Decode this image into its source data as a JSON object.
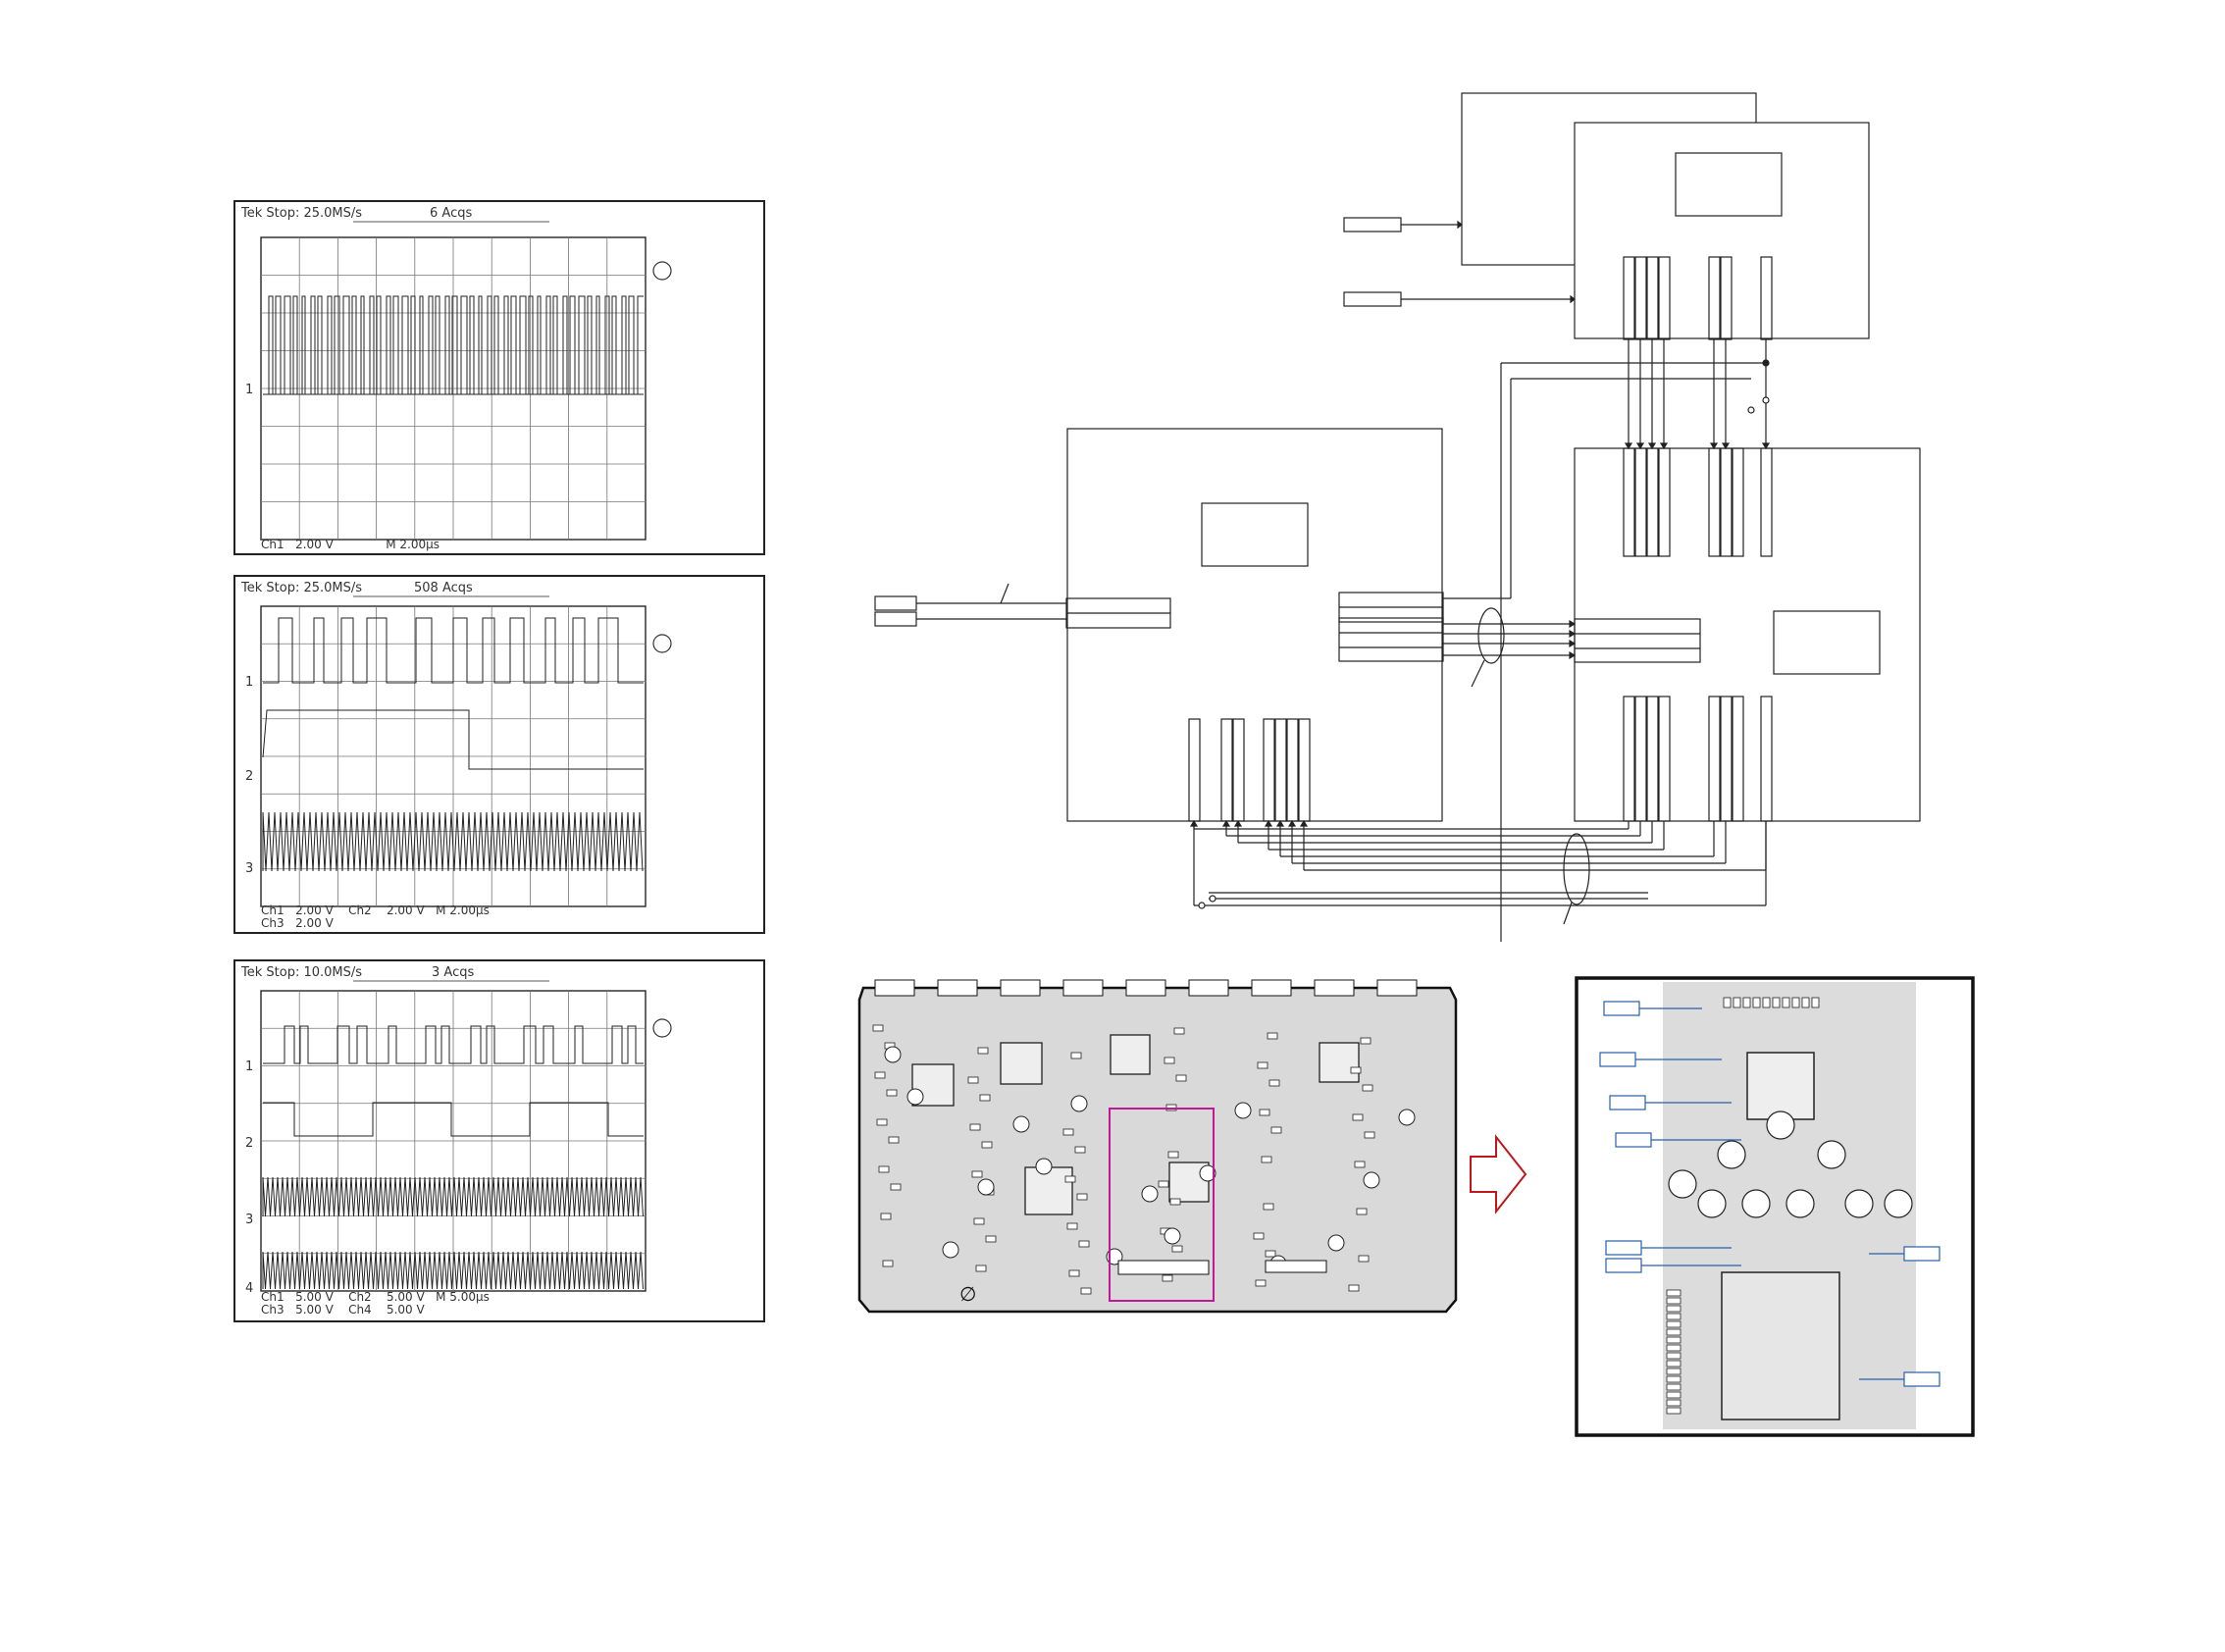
{
  "scopes": [
    {
      "header": "Tek Stop: 25.0MS/s",
      "acqs": "6 Acqs",
      "channel_markers": [
        "1"
      ],
      "footer_line1": "Ch1   2.00 V              M 2.00µs",
      "footer_line2": ""
    },
    {
      "header": "Tek Stop: 25.0MS/s",
      "acqs": "508 Acqs",
      "channel_markers": [
        "1",
        "2",
        "3"
      ],
      "footer_line1": "Ch1   2.00 V    Ch2    2.00 V   M 2.00µs",
      "footer_line2": "Ch3   2.00 V"
    },
    {
      "header": "Tek Stop: 10.0MS/s",
      "acqs": "3 Acqs",
      "channel_markers": [
        "1",
        "2",
        "3",
        "4"
      ],
      "footer_line1": "Ch1   5.00 V    Ch2    5.00 V   M 5.00µs",
      "footer_line2": "Ch3   5.00 V    Ch4    5.00 V"
    }
  ],
  "pcb": {
    "ground_symbol": "∅"
  },
  "colors": {
    "line": "#222222",
    "highlight": "#c0189a",
    "arrow": "#c0161c",
    "callout": "#2a5fa8",
    "pcb_fill": "#d8d8d8"
  }
}
